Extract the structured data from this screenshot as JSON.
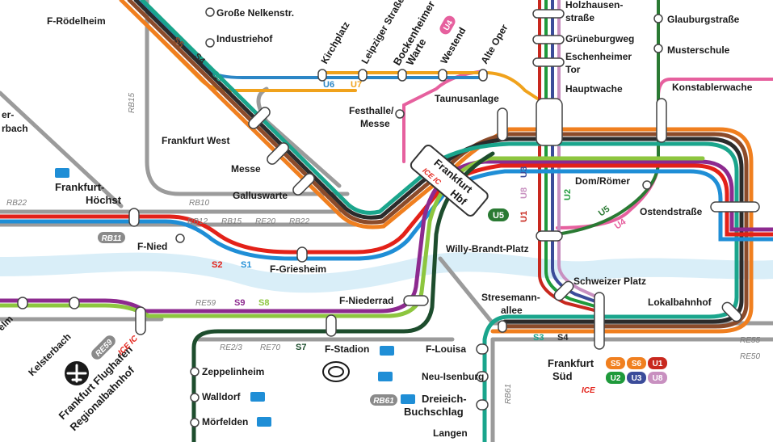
{
  "colors": {
    "water": "#d9eef8",
    "grey_rail": "#9b9b9b",
    "S1": "#1f8ed6",
    "S2": "#e32119",
    "S3": "#1aa58c",
    "S4": "#2b2b2b",
    "S5": "#8b4b2a",
    "S6": "#f07f1f",
    "S7": "#1d4d2d",
    "S8": "#8dc63f",
    "S9": "#8d2a8f",
    "U1": "#c8281e",
    "U2": "#1f9a3b",
    "U3": "#3b4c9a",
    "U4": "#e6609e",
    "U5": "#2a7a33",
    "U6": "#2b86c6",
    "U7": "#f0a21c",
    "U8": "#c890c0",
    "ice": "#e32119"
  },
  "stations": {
    "roedelheim": "F-Rödelheim",
    "nelken": "Große Nelkenstr.",
    "industriehof": "Industriehof",
    "kirchplatz": "Kirchplatz",
    "leipziger": "Leipziger Straße",
    "bockenheimer": "Bockenheimer",
    "warte": "Warte",
    "westend": "Westend",
    "alteoper": "Alte Oper",
    "holzhausen": "Holzhausen-",
    "strasse": "straße",
    "grueneburgweg": "Grüneburgweg",
    "eschenheimer": "Eschenheimer",
    "tor": "Tor",
    "glauburg": "Glauburgstraße",
    "musterschule": "Musterschule",
    "hauptwache": "Hauptwache",
    "konstabler": "Konstablerwache",
    "festhalle": "Festhalle/",
    "messe_sub": "Messe",
    "taunusanlage": "Taunusanlage",
    "fwest": "Frankfurt West",
    "messe": "Messe",
    "galluswarte": "Galluswarte",
    "er": "er-",
    "erbach": "rbach",
    "hoechst_a": "Frankfurt-",
    "hoechst_b": "Höchst",
    "hbf_a": "Frankfurt",
    "hbf_b": "Hbf",
    "domroemer": "Dom/Römer",
    "ostend": "Ostendstraße",
    "fnied": "F-Nied",
    "griesheim": "F-Griesheim",
    "willy": "Willy-Brandt-Platz",
    "schweizer": "Schweizer Platz",
    "stresemann_a": "Stresemann-",
    "stresemann_b": "allee",
    "lokalbahnhof": "Lokalbahnhof",
    "niederrad": "F-Niederrad",
    "stadion": "F-Stadion",
    "louisa": "F-Louisa",
    "neuisenburg": "Neu-Isenburg",
    "dreieich_a": "Dreieich-",
    "dreieich_b": "Buchschlag",
    "langen": "Langen",
    "zeppelinheim": "Zeppelinheim",
    "walldorf": "Walldorf",
    "moerfelden": "Mörfelden",
    "kelsterbach": "Kelsterbach",
    "flughafen_a": "Frankfurt Flughafen",
    "flughafen_b": "Regionalbahnhof",
    "elm": "elm",
    "sued_a": "Frankfurt",
    "sued_b": "Süd"
  },
  "line_labels": {
    "s5": "S5",
    "s4": "S4",
    "s3": "S3",
    "u6": "U6",
    "u7": "U7",
    "u4": "U4",
    "u1": "U1",
    "u8": "U8",
    "u3": "U3",
    "u2": "U2",
    "u5": "U5",
    "s2": "S2",
    "s1": "S1",
    "s9": "S9",
    "s8": "S8",
    "s7": "S7",
    "s3b": "S3",
    "s4b": "S4",
    "u5_badge": "U5",
    "sued_s5": "S5",
    "sued_s6": "S6",
    "sued_u1": "U1",
    "sued_u2": "U2",
    "sued_u3": "U3",
    "sued_u8": "U8",
    "ice": "ICE",
    "ice_ic_hbf": "ICE IC",
    "ice_ic_airport": "ICE IC",
    "re59": "RE59",
    "rb15_v": "RB15",
    "rb22": "RB22",
    "rb10": "RB10",
    "rb12": "RB12",
    "rb15": "RB15",
    "re20": "RE20",
    "rb22b": "RB22",
    "re2_3": "RE2/3",
    "re70": "RE70",
    "re55": "RE55",
    "re50": "RE50",
    "rb61_v": "RB61",
    "rb11": "RB11",
    "rb61": "RB61",
    "re59_badge": "RE59"
  }
}
